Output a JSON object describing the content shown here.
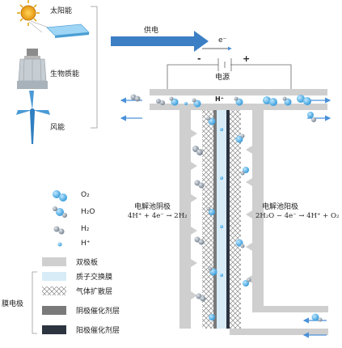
{
  "sources": {
    "solar": "太阳能",
    "biomass": "生物质能",
    "wind": "风能"
  },
  "power": {
    "supply": "供电",
    "electron": "e⁻",
    "minus": "-",
    "plus": "+",
    "source": "电源"
  },
  "cell": {
    "proton_top": "H⁺",
    "cathode_title": "电解池阴极",
    "cathode_reaction": "4H⁺ + 4e⁻ → 2H₂",
    "anode_title": "电解池阳极",
    "anode_reaction": "2H₂O − 4e⁻ → 4H⁺ + O₂"
  },
  "molecules": [
    {
      "symbol": "O₂"
    },
    {
      "symbol": "H₂O"
    },
    {
      "symbol": "H₂"
    },
    {
      "symbol": "H⁺"
    }
  ],
  "layers": {
    "group_label": "膜电极",
    "items": [
      {
        "label": "双极板"
      },
      {
        "label": "质子交换膜"
      },
      {
        "label": "气体扩散层"
      },
      {
        "label": "阴极催化剂层"
      },
      {
        "label": "阳极催化剂层"
      }
    ]
  },
  "colors": {
    "plate": "#cfcfcf",
    "membrane": "#d8ecf8",
    "cathode_catalyst": "#7a7a7a",
    "anode_catalyst": "#2c3440",
    "arrow": "#4a90d9",
    "molecule_blue": "#5bb6ee",
    "molecule_gray": "#8e9aa6"
  }
}
